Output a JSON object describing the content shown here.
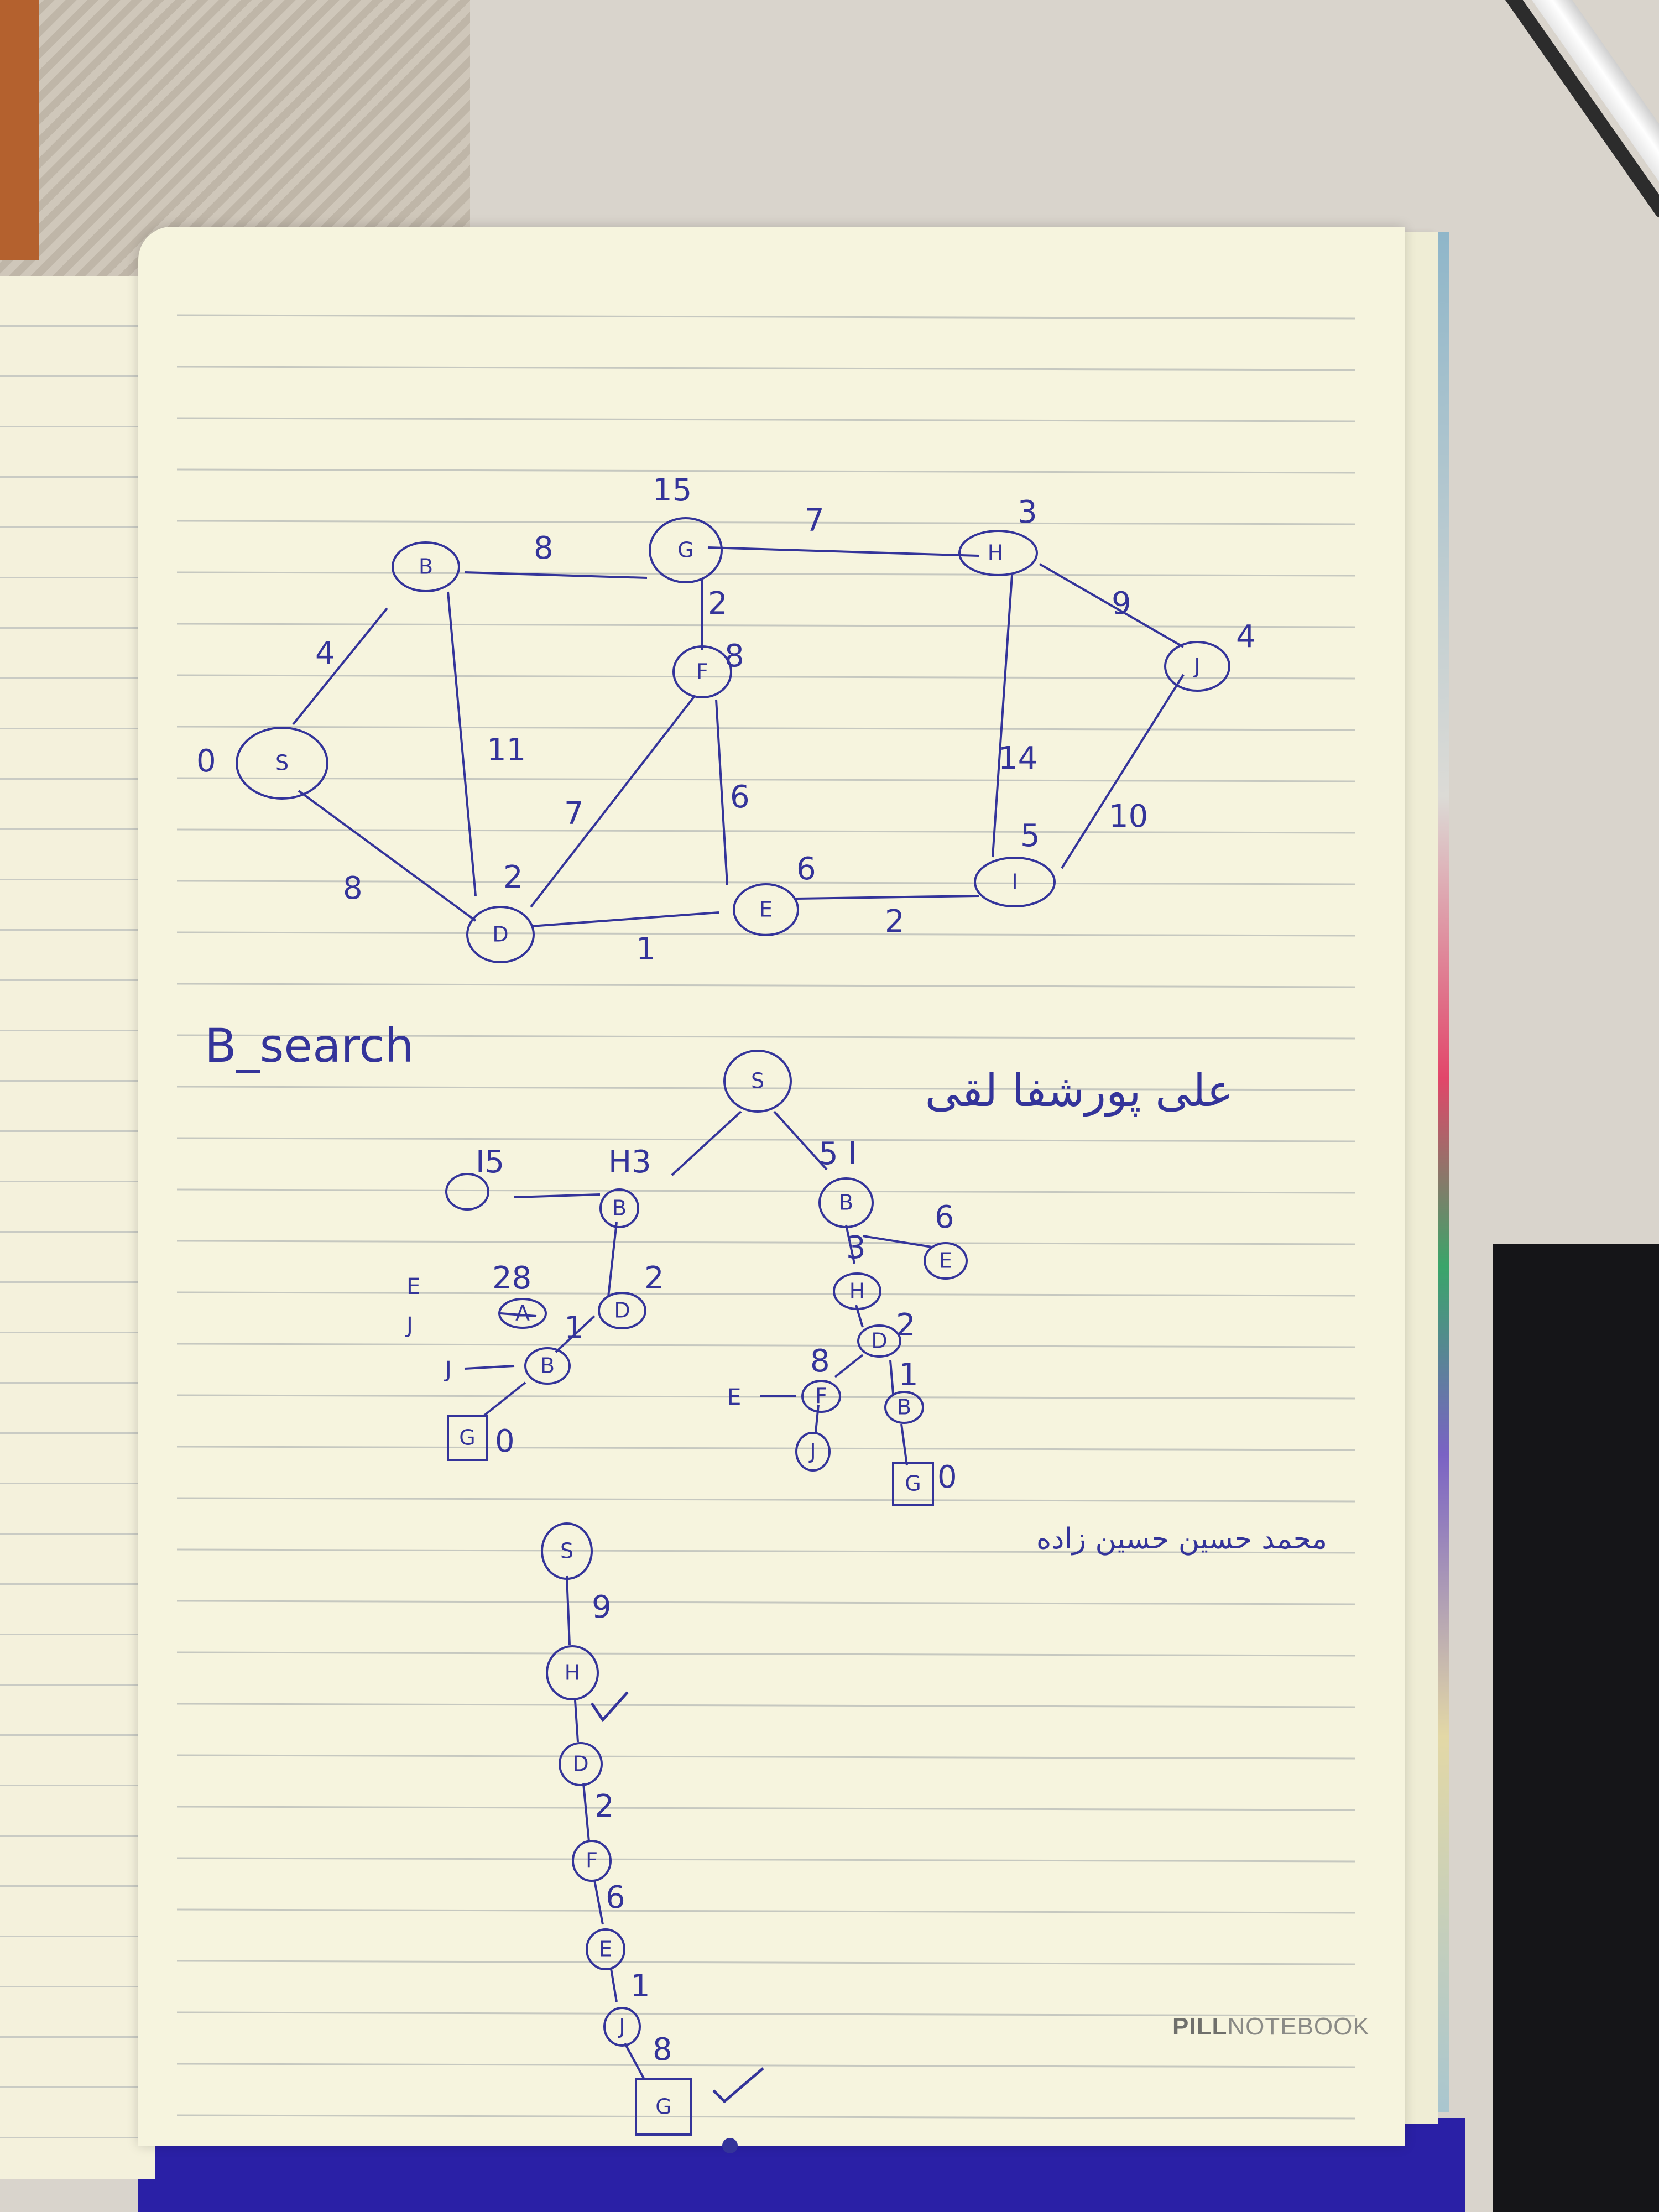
{
  "brand": {
    "bold": "PILL",
    "light": "NOTEBOOK"
  },
  "heading": "B_search",
  "arabic_notes": [
    "علی پورشفا لقی",
    "محمد حسین حسین زاده"
  ],
  "graph": {
    "nodes": [
      {
        "id": "B",
        "label": "B"
      },
      {
        "id": "G",
        "label": "G",
        "annotation": "15"
      },
      {
        "id": "H",
        "label": "H",
        "annotation": "3"
      },
      {
        "id": "S",
        "label": "S",
        "annotation": "0"
      },
      {
        "id": "F",
        "label": "F",
        "annotation": "8"
      },
      {
        "id": "J",
        "label": "J",
        "annotation": "4"
      },
      {
        "id": "E",
        "label": "E",
        "annotation": "6"
      },
      {
        "id": "I",
        "label": "I",
        "annotation": "5"
      },
      {
        "id": "D",
        "label": "D"
      }
    ],
    "edges": [
      {
        "from": "B",
        "to": "G",
        "weight": "8"
      },
      {
        "from": "G",
        "to": "H",
        "weight": "7"
      },
      {
        "from": "G",
        "to": "F",
        "weight": "2"
      },
      {
        "from": "H",
        "to": "J",
        "weight": "9"
      },
      {
        "from": "B",
        "to": "S",
        "weight": "4"
      },
      {
        "from": "B",
        "to": "D",
        "weight": "11"
      },
      {
        "from": "F",
        "to": "D",
        "weight": "7"
      },
      {
        "from": "F",
        "to": "E",
        "weight": "6"
      },
      {
        "from": "H",
        "to": "I",
        "weight": "14"
      },
      {
        "from": "J",
        "to": "I",
        "weight": "10"
      },
      {
        "from": "S",
        "to": "D",
        "weight": "8"
      },
      {
        "from": "D",
        "to": "E",
        "weight": "1"
      },
      {
        "from": "E",
        "to": "I",
        "weight": "2"
      }
    ],
    "d_annotation": "2"
  },
  "search_tree": {
    "root": "S",
    "left_branch": [
      "H",
      "B",
      "D",
      "A",
      "B",
      "G"
    ],
    "left_branch_annotations": [
      "H3",
      "I5",
      "2",
      "1",
      "28",
      "0"
    ],
    "right_branch": [
      "B",
      "H",
      "D",
      "F",
      "B",
      "G",
      "E",
      "J"
    ],
    "right_branch_annotations": [
      "5 I",
      "3",
      "2",
      "1",
      "8",
      "6",
      "0"
    ],
    "misc_labels": [
      "E",
      "J",
      "J",
      "E",
      "J"
    ]
  },
  "path": {
    "nodes": [
      "S",
      "H",
      "D",
      "F",
      "E",
      "J",
      "G"
    ],
    "weights": [
      "9",
      "2",
      "6",
      "1",
      "8"
    ]
  }
}
